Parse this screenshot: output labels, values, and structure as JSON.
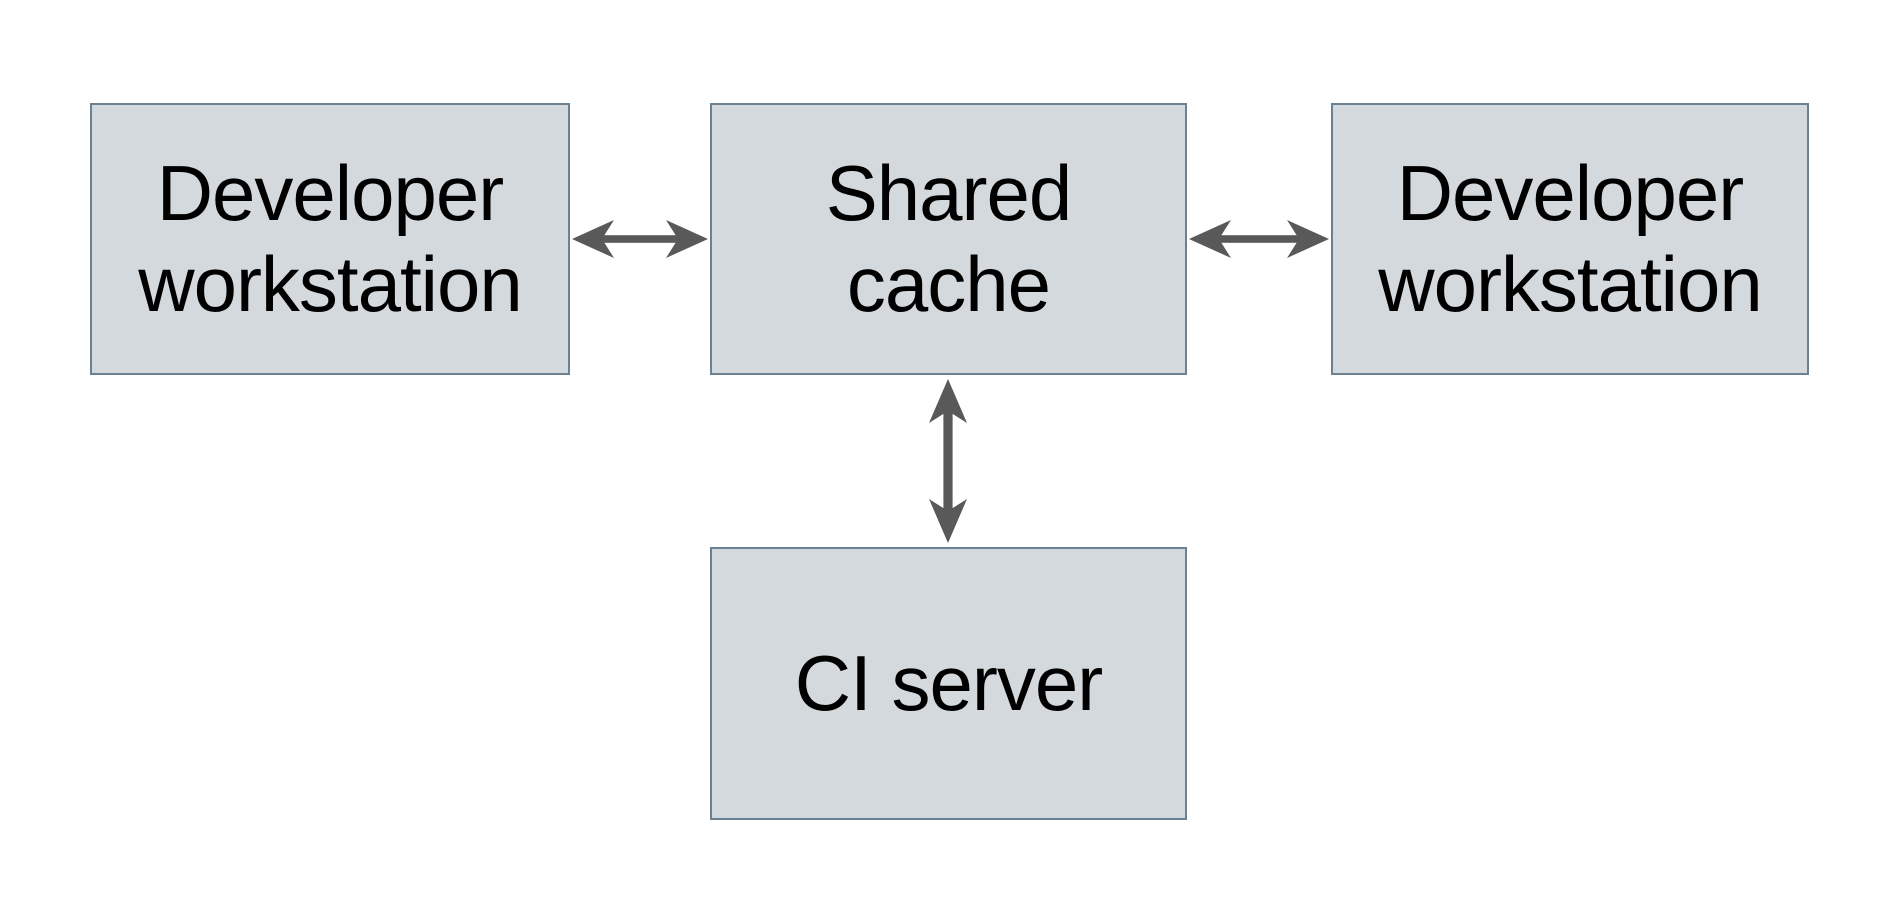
{
  "diagram": {
    "type": "architecture-diagram",
    "background_color": "#ffffff",
    "colors": {
      "box_fill": "#d3d9dc",
      "box_border": "#6b8191",
      "arrow": "#595959",
      "text": "#000000"
    },
    "nodes": [
      {
        "id": "developer-workstation-left",
        "label": "Developer\nworkstation",
        "label_plain": "Developer workstation"
      },
      {
        "id": "shared-cache",
        "label": "Shared\ncache",
        "label_plain": "Shared cache"
      },
      {
        "id": "developer-workstation-right",
        "label": "Developer\nworkstation",
        "label_plain": "Developer workstation"
      },
      {
        "id": "ci-server",
        "label": "CI server",
        "label_plain": "CI server"
      }
    ],
    "edges": [
      {
        "from": "developer-workstation-left",
        "to": "shared-cache",
        "direction": "bidirectional",
        "orientation": "horizontal"
      },
      {
        "from": "shared-cache",
        "to": "developer-workstation-right",
        "direction": "bidirectional",
        "orientation": "horizontal"
      },
      {
        "from": "shared-cache",
        "to": "ci-server",
        "direction": "bidirectional",
        "orientation": "vertical"
      }
    ]
  }
}
